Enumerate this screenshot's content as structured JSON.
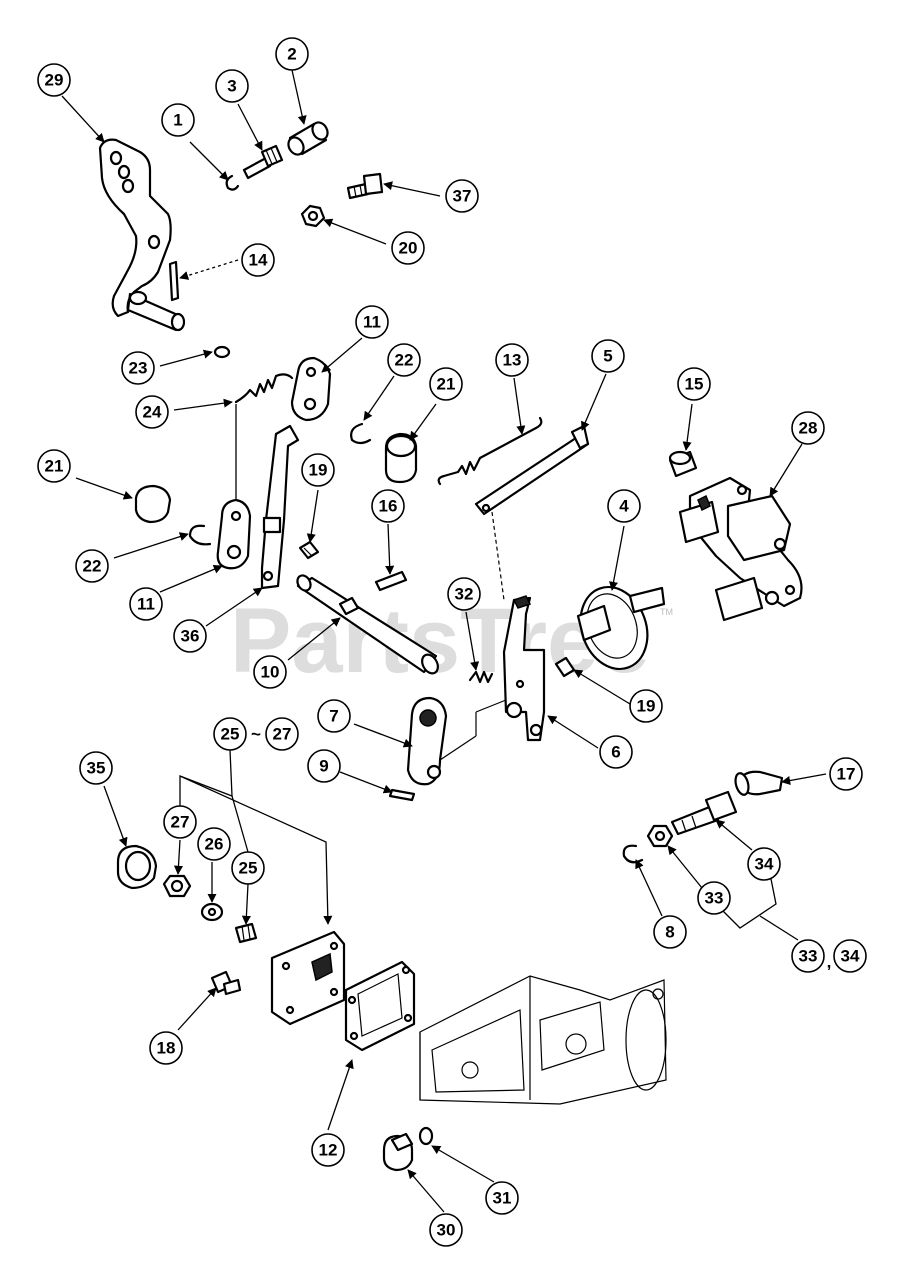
{
  "watermark": {
    "text": "PartsTree",
    "trademark": "TM"
  },
  "callouts": [
    "1",
    "2",
    "3",
    "4",
    "5",
    "6",
    "7",
    "8",
    "9",
    "10",
    "11",
    "11",
    "12",
    "13",
    "14",
    "15",
    "16",
    "17",
    "18",
    "19",
    "19",
    "20",
    "21",
    "21",
    "22",
    "22",
    "23",
    "24",
    "25",
    "25",
    "26",
    "27",
    "27",
    "28",
    "29",
    "30",
    "31",
    "32",
    "33",
    "33",
    "34",
    "34",
    "35",
    "36",
    "37"
  ],
  "group_labels": {
    "range_25_27": "~",
    "pair_33_34": ","
  }
}
